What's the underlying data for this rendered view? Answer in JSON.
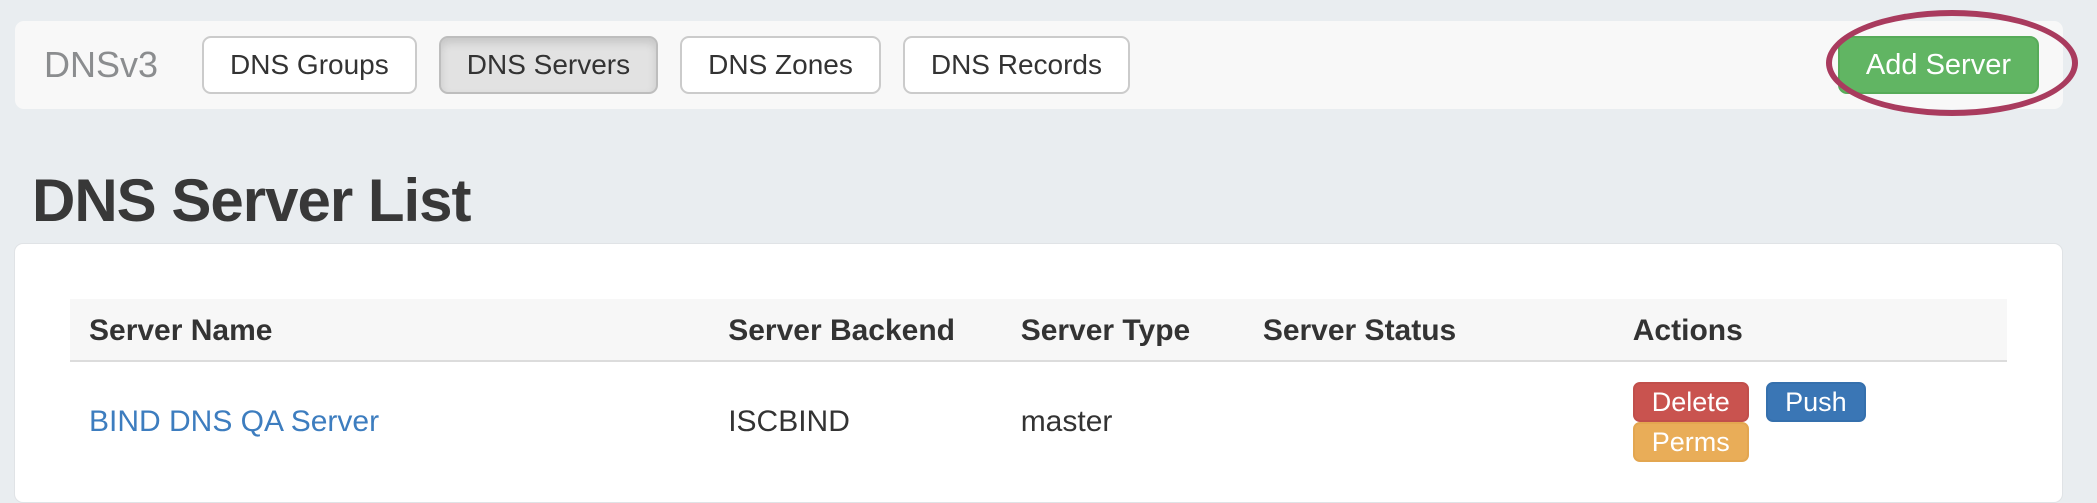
{
  "navbar": {
    "brand": "DNSv3",
    "items": [
      {
        "label": "DNS Groups",
        "active": false
      },
      {
        "label": "DNS Servers",
        "active": true
      },
      {
        "label": "DNS Zones",
        "active": false
      },
      {
        "label": "DNS Records",
        "active": false
      }
    ],
    "add_server_label": "Add Server"
  },
  "page": {
    "title": "DNS Server List"
  },
  "server_table": {
    "columns": [
      "Server Name",
      "Server Backend",
      "Server Type",
      "Server Status",
      "Actions"
    ],
    "rows": [
      {
        "name": "BIND DNS QA Server",
        "backend": "ISCBIND",
        "type": "master",
        "status": "",
        "actions": [
          "Delete",
          "Push",
          "Perms"
        ]
      }
    ]
  },
  "annotation": {
    "type": "ellipse-highlight",
    "target": "Add Server button",
    "color": "#a93b5e"
  },
  "colors": {
    "page_background": "#e9edf0",
    "navbar_background": "#f8f8f8",
    "active_nav_gray": "#e2e2e2",
    "add_button_green": "#61b563",
    "link_blue": "#3d7dbf",
    "delete_red": "#c9534f",
    "push_blue": "#3a76b5",
    "perms_orange": "#e9ad58",
    "table_header_background": "#f7f7f7",
    "annotation_stroke": "#a93b5e"
  }
}
